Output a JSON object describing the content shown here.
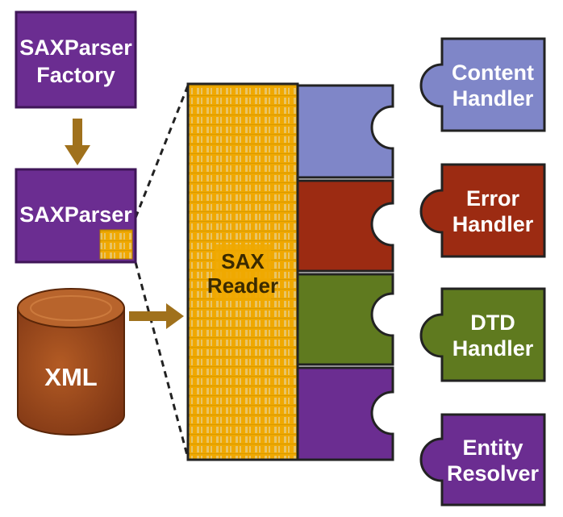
{
  "colors": {
    "purple": "#6b2d91",
    "purple_dark": "#3f1658",
    "blue": "#7f86c8",
    "red": "#9c2b12",
    "green": "#5f7a1f",
    "gold": "#f0a800",
    "brown": "#9a4a1f",
    "arrow": "#a0711c"
  },
  "boxes": {
    "factory": {
      "line1": "SAXParser",
      "line2": "Factory"
    },
    "parser": {
      "label": "SAXParser"
    },
    "xml": {
      "label": "XML"
    },
    "reader": {
      "line1": "SAX",
      "line2": "Reader"
    }
  },
  "handlers": [
    {
      "line1": "Content",
      "line2": "Handler",
      "color": "#7f86c8"
    },
    {
      "line1": "Error",
      "line2": "Handler",
      "color": "#9c2b12"
    },
    {
      "line1": "DTD",
      "line2": "Handler",
      "color": "#5f7a1f"
    },
    {
      "line1": "Entity",
      "line2": "Resolver",
      "color": "#6b2d91"
    }
  ]
}
